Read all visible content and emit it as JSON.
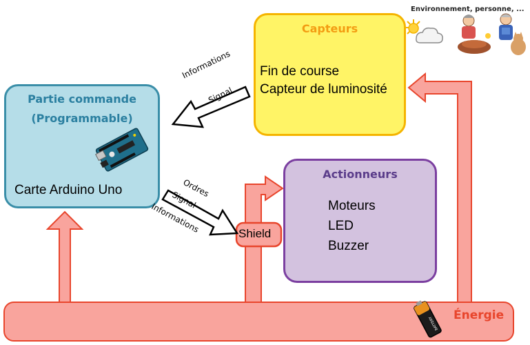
{
  "environment": {
    "caption": "Environnement, personne, ..."
  },
  "commande": {
    "title_line1": "Partie commande",
    "title_line2": "(Programmable)",
    "board": "Carte Arduino Uno"
  },
  "capteurs": {
    "title": "Capteurs",
    "items": [
      "Fin de course",
      "Capteur de luminosité"
    ]
  },
  "actionneurs": {
    "title": "Actionneurs",
    "items": [
      "Moteurs",
      "LED",
      "Buzzer"
    ]
  },
  "shield": {
    "label": "Shield"
  },
  "arrow_capteurs_to_commande": {
    "line1": "Informations",
    "line2": "Signal"
  },
  "arrow_commande_to_shield": {
    "line1": "Ordres",
    "line2": "Signal",
    "line3": "Informations"
  },
  "energie": {
    "label": "Énergie",
    "battery_text": "BATTERY"
  },
  "colors": {
    "capteurs_fill": "#fff466",
    "capteurs_border": "#f5b400",
    "capteurs_title": "#f39c12",
    "commande_fill": "#b5dde8",
    "commande_border": "#3a8ea8",
    "commande_title": "#2a7fa0",
    "actionneurs_fill": "#d3c2df",
    "actionneurs_border": "#7b3fa0",
    "actionneurs_title": "#5a3c8a",
    "energie_fill": "#f9a49d",
    "energie_stroke": "#e8452c",
    "energie_label": "#e8452c"
  }
}
